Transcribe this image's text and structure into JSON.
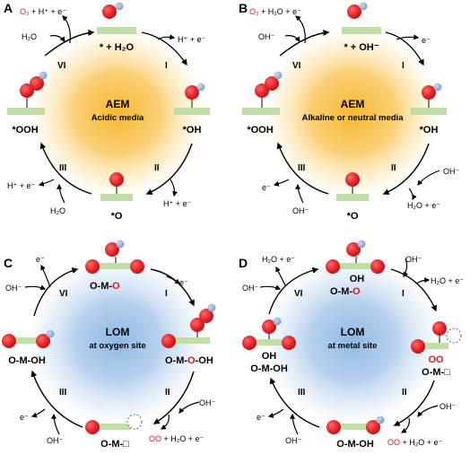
{
  "colors": {
    "oxygen": "#e7252a",
    "hydrogen": "#94aed0",
    "surface": "#bfdfa7",
    "glow_orange": "#f7b731",
    "glow_blue": "#8fb8e3",
    "red_text": "#e3191c"
  },
  "panels": [
    {
      "letter": "A",
      "title": "AEM",
      "subtitle": "Acidic media",
      "steps": [
        "VI",
        "I",
        "II",
        "III"
      ],
      "species": {
        "top": "* + H₂O",
        "right": "*OH",
        "bottom": "*O",
        "left": "*OOH"
      },
      "reactants": {
        "top_left_prod_red": "O₂",
        "top_left_prod": " + H⁺ + e⁻",
        "top_left_in": "H₂O",
        "top_right_out": "H⁺ + e⁻",
        "bottom_right_out": "H⁺ + e⁻",
        "bottom_left_out": "H⁺ + e⁻",
        "bottom_left_in": "H₂O"
      }
    },
    {
      "letter": "B",
      "title": "AEM",
      "subtitle": "Alkaline or neutral media",
      "steps": [
        "VI",
        "I",
        "II",
        "III"
      ],
      "species": {
        "top": "* + OH⁻",
        "right": "*OH",
        "bottom": "*O",
        "left": "*OOH"
      },
      "reactants": {
        "top_left_prod_red": "O₂",
        "top_left_prod": " + H₂O + e⁻",
        "top_left_in": "OH⁻",
        "top_right_out": "e⁻",
        "bottom_right_in": "OH⁻",
        "bottom_right_out": "H₂O + e⁻",
        "bottom_left_out": "e⁻",
        "bottom_left_in": "OH⁻"
      }
    },
    {
      "letter": "C",
      "title": "LOM",
      "subtitle": "at oxygen site",
      "steps": [
        "VI",
        "I",
        "II",
        "III"
      ],
      "species": {
        "top_a": "O-M-",
        "top_b": "O",
        "right_a": "O-M-",
        "right_b": "O",
        "right_c": "-OH",
        "bottom": "O-M-□",
        "left": "O-M-OH"
      },
      "reactants": {
        "top_left_out": "e⁻",
        "top_left_in": "OH⁻",
        "top_right_out": "e⁻",
        "bottom_right_in": "OH⁻",
        "bottom_right_prod_red": "OO",
        "bottom_right_prod": " + H₂O + e⁻",
        "bottom_left_out": "e⁻",
        "bottom_left_in": "OH⁻"
      }
    },
    {
      "letter": "D",
      "title": "LOM",
      "subtitle": "at metal site",
      "steps": [
        "VI",
        "I",
        "II",
        "III"
      ],
      "species": {
        "top_oh": "OH",
        "top_a": "O-M-",
        "top_b": "O",
        "right_oo": "OO",
        "right_m": "O-M-□",
        "bottom": "O-M-OH",
        "left_oh": "OH",
        "left": "O-M-OH"
      },
      "reactants": {
        "top_left_out": "H₂O + e⁻",
        "top_left_in": "OH⁻",
        "top_right_in": "OH⁻",
        "top_right_out": "H₂O + e⁻",
        "bottom_right_in": "OH⁻",
        "bottom_right_prod_red": "OO",
        "bottom_right_prod": " + H₂O + e⁻",
        "bottom_left_out": "e⁻",
        "bottom_left_in": "OH⁻"
      }
    }
  ]
}
